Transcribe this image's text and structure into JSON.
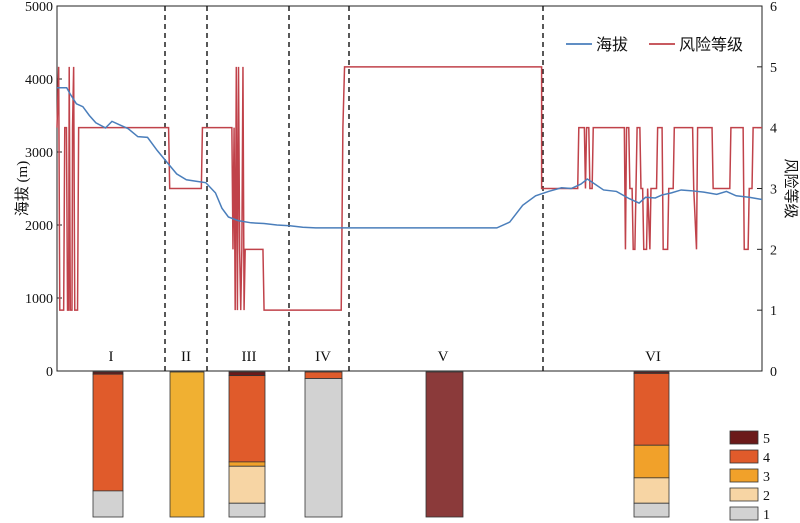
{
  "chart_data": {
    "type": "line",
    "x_range": [
      0,
      1000
    ],
    "y_left": {
      "label": "海拔 (m)",
      "lim": [
        0,
        5000
      ],
      "ticks": [
        0,
        1000,
        2000,
        3000,
        4000,
        5000
      ]
    },
    "y_right": {
      "label": "风险等级",
      "lim": [
        0,
        6
      ],
      "ticks": [
        0,
        1,
        2,
        3,
        4,
        5,
        6
      ]
    },
    "legend": {
      "position": "top-right",
      "entries": [
        "海拔",
        "风险等级"
      ]
    },
    "series": [
      {
        "name": "海拔",
        "color": "#4a7ebb",
        "points": [
          [
            0,
            3880
          ],
          [
            15,
            3880
          ],
          [
            20,
            3800
          ],
          [
            30,
            3660
          ],
          [
            40,
            3620
          ],
          [
            50,
            3500
          ],
          [
            60,
            3400
          ],
          [
            75,
            3330
          ],
          [
            85,
            3420
          ],
          [
            95,
            3380
          ],
          [
            110,
            3320
          ],
          [
            125,
            3210
          ],
          [
            140,
            3200
          ],
          [
            155,
            3020
          ],
          [
            170,
            2860
          ],
          [
            185,
            2700
          ],
          [
            200,
            2620
          ],
          [
            215,
            2600
          ],
          [
            230,
            2580
          ],
          [
            245,
            2440
          ],
          [
            255,
            2230
          ],
          [
            265,
            2110
          ],
          [
            280,
            2060
          ],
          [
            300,
            2030
          ],
          [
            320,
            2020
          ],
          [
            340,
            2000
          ],
          [
            360,
            1990
          ],
          [
            380,
            1970
          ],
          [
            400,
            1960
          ],
          [
            450,
            1960
          ],
          [
            500,
            1960
          ],
          [
            560,
            1960
          ],
          [
            620,
            1960
          ],
          [
            680,
            1960
          ],
          [
            700,
            2040
          ],
          [
            720,
            2270
          ],
          [
            740,
            2400
          ],
          [
            760,
            2460
          ],
          [
            780,
            2510
          ],
          [
            795,
            2500
          ],
          [
            810,
            2560
          ],
          [
            820,
            2630
          ],
          [
            830,
            2570
          ],
          [
            845,
            2480
          ],
          [
            865,
            2460
          ],
          [
            885,
            2360
          ],
          [
            900,
            2300
          ],
          [
            910,
            2380
          ],
          [
            925,
            2370
          ],
          [
            935,
            2410
          ],
          [
            950,
            2440
          ],
          [
            965,
            2480
          ],
          [
            980,
            2470
          ],
          [
            1000,
            2450
          ],
          [
            1020,
            2420
          ],
          [
            1035,
            2460
          ],
          [
            1050,
            2400
          ],
          [
            1070,
            2380
          ],
          [
            1090,
            2350
          ]
        ]
      },
      {
        "name": "风险等级",
        "color": "#c0424a",
        "points": [
          [
            0,
            4
          ],
          [
            3,
            5
          ],
          [
            5,
            1
          ],
          [
            12,
            1
          ],
          [
            14,
            4
          ],
          [
            17,
            4
          ],
          [
            19,
            1
          ],
          [
            21,
            1
          ],
          [
            22,
            5
          ],
          [
            24,
            1
          ],
          [
            27,
            1
          ],
          [
            28,
            4
          ],
          [
            30,
            5
          ],
          [
            32,
            1
          ],
          [
            37,
            1
          ],
          [
            39,
            4
          ],
          [
            201,
            4
          ],
          [
            203,
            3
          ],
          [
            260,
            3
          ],
          [
            262,
            4
          ],
          [
            315,
            4
          ],
          [
            317,
            2
          ],
          [
            319,
            4
          ],
          [
            321,
            1
          ],
          [
            323,
            5
          ],
          [
            325,
            1
          ],
          [
            327,
            5
          ],
          [
            329,
            2
          ],
          [
            331,
            1
          ],
          [
            333,
            2
          ],
          [
            335,
            5
          ],
          [
            337,
            1
          ],
          [
            339,
            2
          ],
          [
            371,
            2
          ],
          [
            373,
            1
          ],
          [
            512,
            1
          ],
          [
            515,
            4
          ],
          [
            518,
            5
          ],
          [
            873,
            5
          ],
          [
            873,
            3
          ],
          [
            938,
            3
          ],
          [
            940,
            4
          ],
          [
            950,
            4
          ],
          [
            952,
            3
          ],
          [
            954,
            4
          ],
          [
            958,
            4
          ],
          [
            960,
            3
          ],
          [
            964,
            3
          ],
          [
            966,
            4
          ],
          [
            1022,
            4
          ],
          [
            1024,
            2
          ],
          [
            1026,
            4
          ],
          [
            1030,
            4
          ],
          [
            1032,
            3
          ],
          [
            1036,
            3
          ],
          [
            1038,
            2
          ],
          [
            1041,
            2
          ],
          [
            1043,
            3
          ],
          [
            1045,
            4
          ],
          [
            1050,
            4
          ],
          [
            1052,
            3
          ],
          [
            1055,
            3
          ],
          [
            1057,
            2
          ],
          [
            1062,
            2
          ],
          [
            1064,
            3
          ],
          [
            1068,
            2
          ],
          [
            1070,
            3
          ],
          [
            1080,
            3
          ],
          [
            1082,
            4
          ],
          [
            1090,
            4
          ],
          [
            1092,
            2
          ],
          [
            1100,
            2
          ],
          [
            1102,
            3
          ],
          [
            1110,
            3
          ],
          [
            1112,
            4
          ],
          [
            1145,
            4
          ],
          [
            1147,
            3
          ],
          [
            1152,
            2
          ],
          [
            1154,
            4
          ],
          [
            1180,
            4
          ],
          [
            1182,
            3
          ],
          [
            1212,
            3
          ],
          [
            1214,
            4
          ],
          [
            1236,
            4
          ],
          [
            1238,
            2
          ],
          [
            1245,
            2
          ],
          [
            1247,
            3
          ],
          [
            1252,
            3
          ],
          [
            1254,
            4
          ],
          [
            1270,
            4
          ]
        ]
      }
    ],
    "segments": [
      {
        "label": "I"
      },
      {
        "label": "II"
      },
      {
        "label": "III"
      },
      {
        "label": "IV"
      },
      {
        "label": "V"
      },
      {
        "label": "VI"
      }
    ],
    "stacked_bars": {
      "legend_levels": [
        "5",
        "4",
        "3",
        "2",
        "1"
      ],
      "level_colors": {
        "5": "#6b1a1a",
        "4": "#e05b2b",
        "3": "#f1a12a",
        "2": "#f7d5a4",
        "1": "#d2d2d2"
      },
      "bars": [
        {
          "segment": "I",
          "bar_color_overrides": {},
          "composition": {
            "5": 1.5,
            "4": 80.5,
            "3": 0,
            "2": 0,
            "1": 18
          }
        },
        {
          "segment": "II",
          "bar_color_overrides": {
            "3": "#f0b032"
          },
          "composition": {
            "5": 0,
            "4": 0,
            "3": 100,
            "2": 0,
            "1": 0
          }
        },
        {
          "segment": "III",
          "bar_color_overrides": {},
          "composition": {
            "5": 2.5,
            "4": 59.5,
            "3": 3,
            "2": 25.5,
            "1": 9.5
          }
        },
        {
          "segment": "IV",
          "bar_color_overrides": {},
          "composition": {
            "5": 0,
            "4": 4.5,
            "3": 0,
            "2": 0,
            "1": 95.5
          }
        },
        {
          "segment": "V",
          "bar_color_overrides": {
            "5": "#8b3a3a"
          },
          "composition": {
            "5": 100,
            "4": 0,
            "3": 0,
            "2": 0,
            "1": 0
          }
        },
        {
          "segment": "VI",
          "bar_color_overrides": {},
          "composition": {
            "5": 1,
            "4": 49.5,
            "3": 22.5,
            "2": 17.5,
            "1": 9.5
          }
        }
      ]
    }
  }
}
